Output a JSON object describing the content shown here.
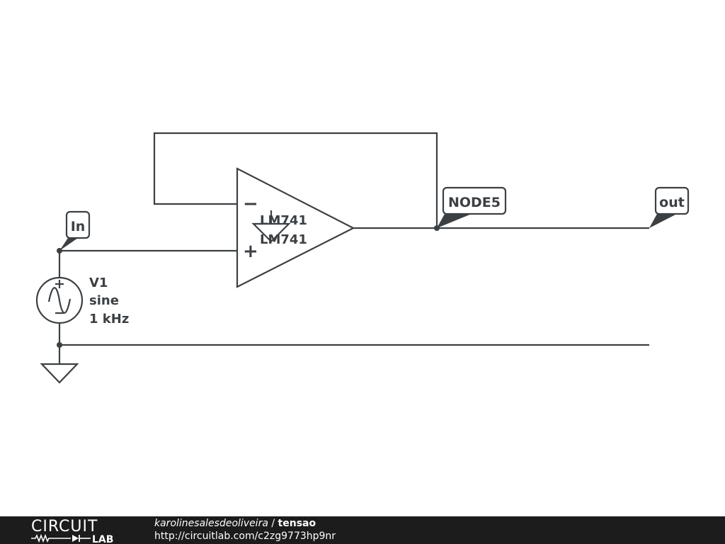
{
  "schematic": {
    "opamp": {
      "model_top": "LM741",
      "model_bottom": "LM741",
      "minus_sign": "−",
      "plus_sign": "+"
    },
    "source": {
      "name": "V1",
      "type": "sine",
      "frequency": "1 kHz",
      "plus_sign": "+",
      "minus_sign": "−"
    },
    "labels": {
      "input": "In",
      "node5": "NODE5",
      "output": "out"
    }
  },
  "footer": {
    "logo_top": "CIRCUIT",
    "logo_bottom": "LAB",
    "author": "karolinesalesdeoliveira",
    "separator": " / ",
    "title": "tensao",
    "url": "http://circuitlab.com/c2zg9773hp9nr"
  },
  "colors": {
    "ink": "#3b4045",
    "footer_bg": "#1c1c1c",
    "footer_text": "#ffffff"
  }
}
